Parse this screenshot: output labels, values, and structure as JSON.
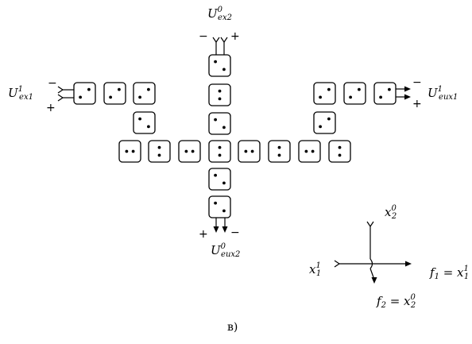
{
  "labels": {
    "top_in": {
      "main": "U",
      "sup": "0",
      "sub": "ex2"
    },
    "left_in": {
      "main": "U",
      "sup": "1",
      "sub": "ex1"
    },
    "right_out": {
      "main": "U",
      "sup": "1",
      "sub": "eux1"
    },
    "bottom_out": {
      "main": "U",
      "sup": "0",
      "sub": "eux2"
    },
    "axis_x2": {
      "main": "x",
      "sup": "0",
      "sub": "2"
    },
    "axis_x1": {
      "main": "x",
      "sup": "1",
      "sub": "1"
    },
    "eq_f1": {
      "lhs": "f",
      "lhs_sub": "1",
      "eq": " = ",
      "rhs": "x",
      "rhs_sup": "1",
      "rhs_sub": "1"
    },
    "eq_f2": {
      "lhs": "f",
      "lhs_sub": "2",
      "eq": " = ",
      "rhs": "x",
      "rhs_sup": "0",
      "rhs_sub": "2"
    },
    "caption": "в)"
  },
  "signs": {
    "minus": "−",
    "plus": "+"
  }
}
